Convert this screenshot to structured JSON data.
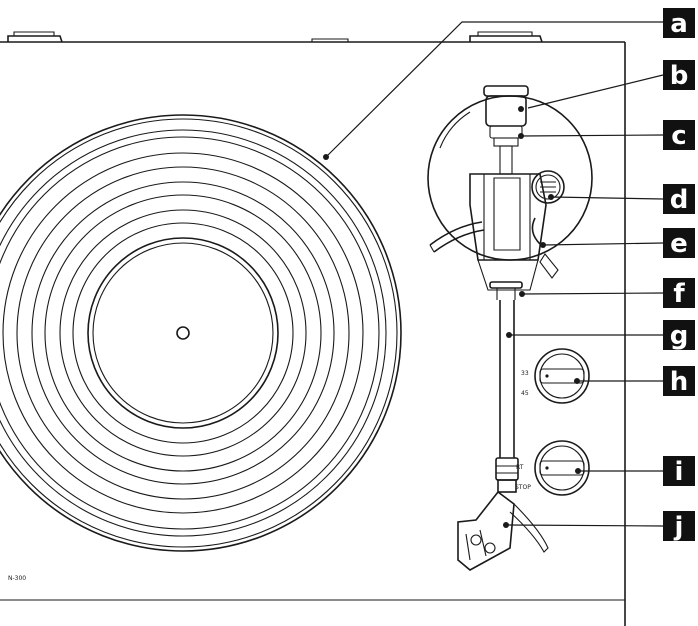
{
  "model": "N-300",
  "speed_selector": {
    "upper": "33",
    "lower": "45"
  },
  "start_stop": {
    "upper": "RT",
    "lower": "STOP"
  },
  "callouts": [
    "a",
    "b",
    "c",
    "d",
    "e",
    "f",
    "g",
    "h",
    "i",
    "j"
  ],
  "colors": {
    "line": "#1a1a1a",
    "label_bg": "#111111",
    "label_text": "#ffffff"
  }
}
